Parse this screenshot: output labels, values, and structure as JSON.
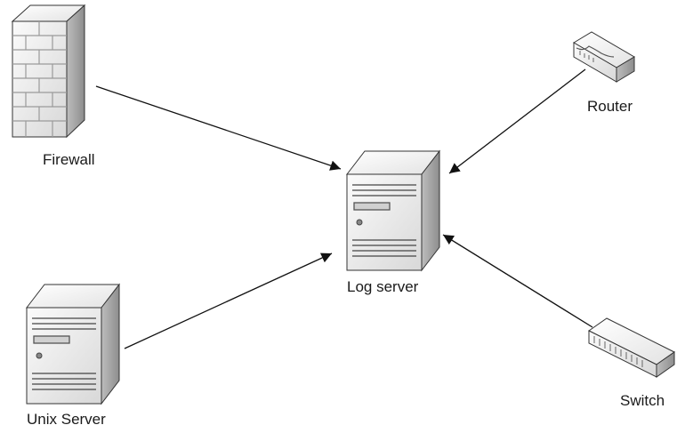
{
  "nodes": {
    "firewall": {
      "label": "Firewall",
      "icon": "firewall-icon"
    },
    "router": {
      "label": "Router",
      "icon": "router-icon"
    },
    "log_server": {
      "label": "Log server",
      "icon": "server-icon"
    },
    "unix_server": {
      "label": "Unix Server",
      "icon": "server-icon"
    },
    "switch": {
      "label": "Switch",
      "icon": "switch-icon"
    }
  },
  "edges": [
    {
      "from": "Firewall",
      "to": "Log server"
    },
    {
      "from": "Router",
      "to": "Log server"
    },
    {
      "from": "Unix Server",
      "to": "Log server"
    },
    {
      "from": "Switch",
      "to": "Log server"
    }
  ],
  "colors": {
    "line": "#111111",
    "device_light": "#f2f2f2",
    "device_mid": "#cfcfcf",
    "device_dark": "#8a8a8a",
    "outline": "#333333"
  }
}
